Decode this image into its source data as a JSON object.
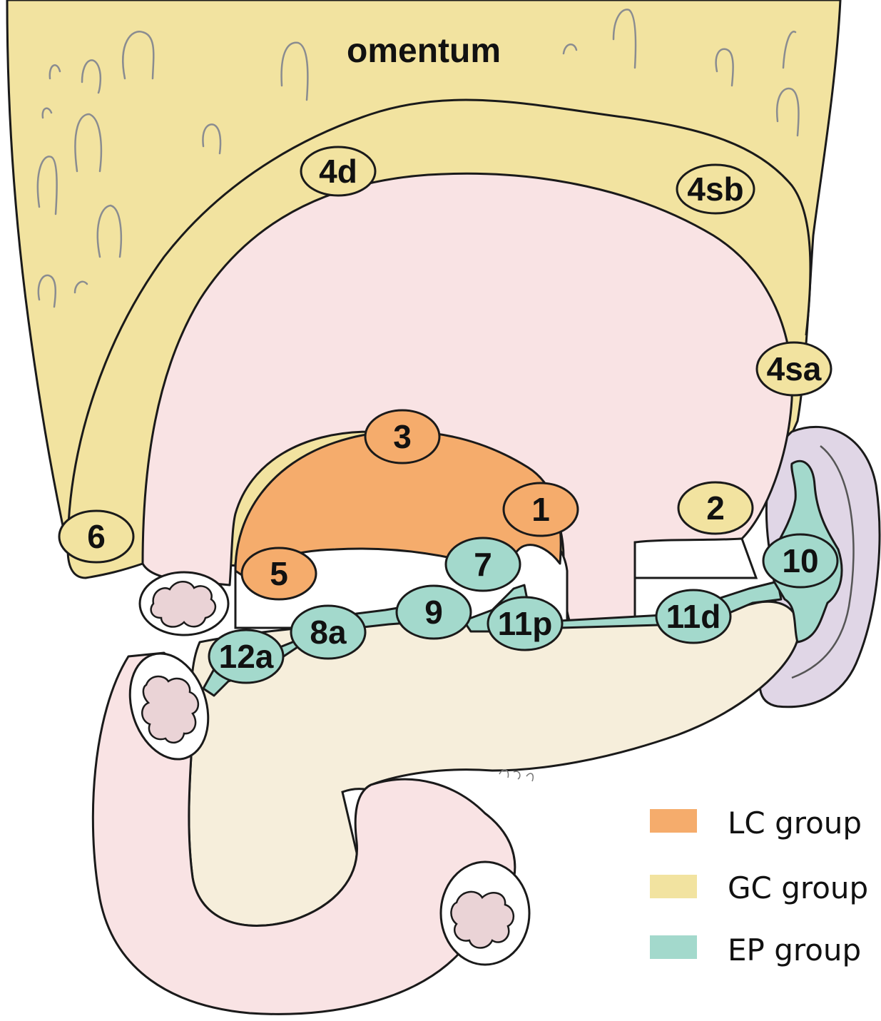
{
  "colors": {
    "lc_group": "#f5ac6c",
    "gc_group": "#f2e3a0",
    "ep_group": "#a3d9cc",
    "stomach": "#f9e3e4",
    "pancreas": "#f6eedb",
    "spleen": "#e0d6e6",
    "lumen": "#ead3d6"
  },
  "diagram": {
    "omentum_label": "omentum",
    "nodes": {
      "n1": {
        "label": "1",
        "group": "LC"
      },
      "n2": {
        "label": "2",
        "group": "GC"
      },
      "n3": {
        "label": "3",
        "group": "LC"
      },
      "n4d": {
        "label": "4d",
        "group": "GC"
      },
      "n4sa": {
        "label": "4sa",
        "group": "GC"
      },
      "n4sb": {
        "label": "4sb",
        "group": "GC"
      },
      "n5": {
        "label": "5",
        "group": "LC"
      },
      "n6": {
        "label": "6",
        "group": "GC"
      },
      "n7": {
        "label": "7",
        "group": "EP"
      },
      "n8a": {
        "label": "8a",
        "group": "EP"
      },
      "n9": {
        "label": "9",
        "group": "EP"
      },
      "n10": {
        "label": "10",
        "group": "EP"
      },
      "n11p": {
        "label": "11p",
        "group": "EP"
      },
      "n11d": {
        "label": "11d",
        "group": "EP"
      },
      "n12a": {
        "label": "12a",
        "group": "EP"
      }
    }
  },
  "legend": {
    "lc": {
      "label": "LC group",
      "color": "#f5ac6c"
    },
    "gc": {
      "label": "GC group",
      "color": "#f2e3a0"
    },
    "ep": {
      "label": "EP group",
      "color": "#a3d9cc"
    }
  }
}
